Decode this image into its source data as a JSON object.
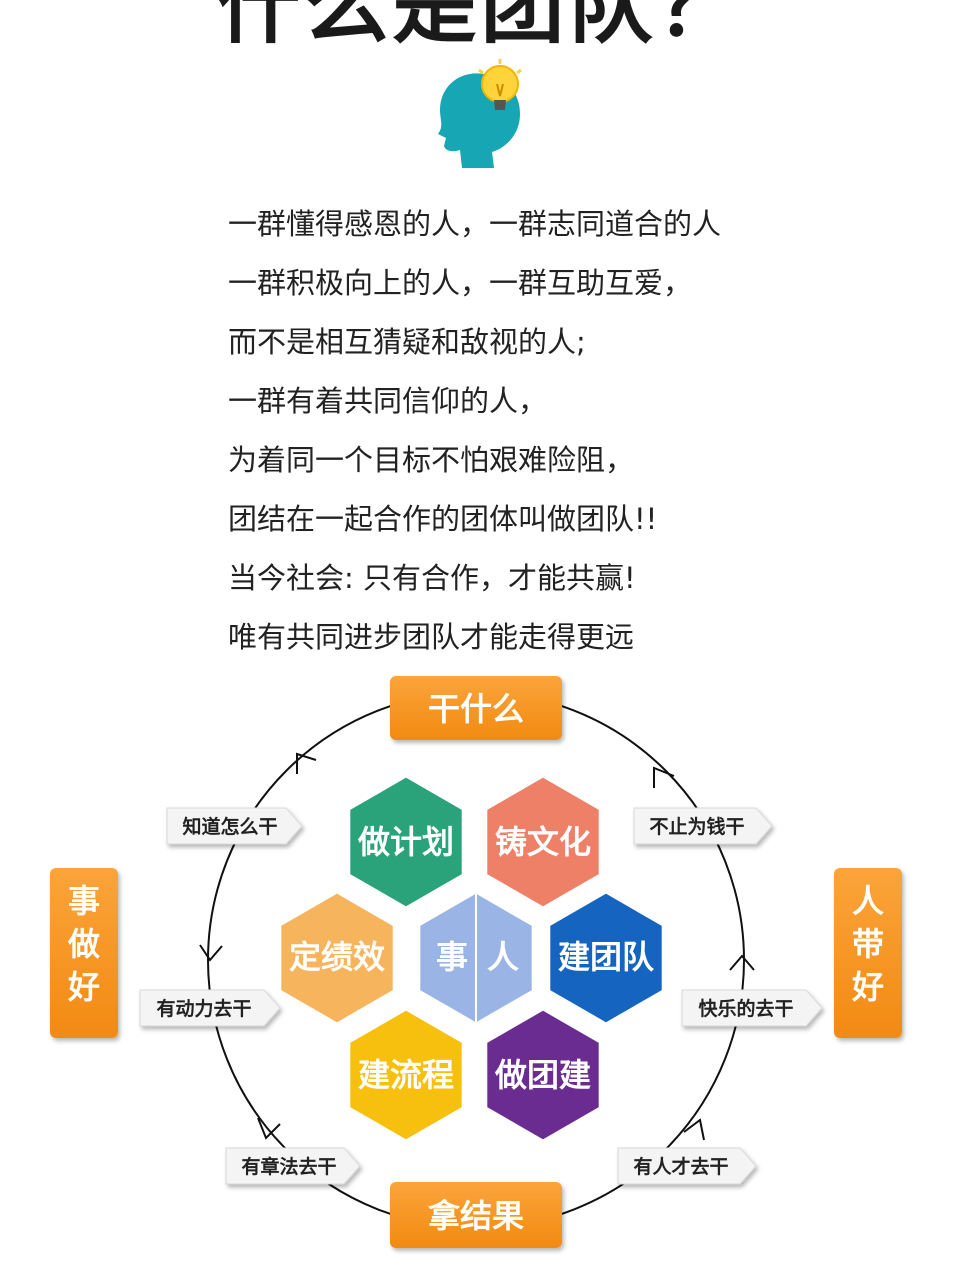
{
  "title": "什么是团队？",
  "poem_lines": [
    "一群懂得感恩的人，一群志同道合的人",
    "一群积极向上的人，一群互助互爱，",
    "而不是相互猜疑和敌视的人;",
    "一群有着共同信仰的人，",
    "为着同一个目标不怕艰难险阻，",
    "团结在一起合作的团体叫做团队!!",
    "当今社会: 只有合作，才能共赢!",
    "唯有共同进步团队才能走得更远"
  ],
  "diagram": {
    "top_box": "干什么",
    "bottom_box": "拿结果",
    "left_box": [
      "事",
      "做",
      "好"
    ],
    "right_box": [
      "人",
      "带",
      "好"
    ],
    "arrow_labels": {
      "top_left": "知道怎么干",
      "mid_left": "有动力去干",
      "bottom_left": "有章法去干",
      "top_right": "不止为钱干",
      "mid_right": "快乐的去干",
      "bottom_right": "有人才去干"
    },
    "hexagons": {
      "plan": "做计划",
      "culture": "铸文化",
      "performance": "定绩效",
      "team": "建团队",
      "process": "建流程",
      "teambuilding": "做团建",
      "center_left": "事",
      "center_right": "人"
    },
    "colors": {
      "orange_box": "#f7931e",
      "plan": "#2aa37a",
      "culture": "#ee8067",
      "performance": "#f6b45c",
      "team": "#1565c0",
      "process": "#f8c00e",
      "teambuilding": "#6a2c91",
      "center": "#9ab4e6"
    }
  }
}
